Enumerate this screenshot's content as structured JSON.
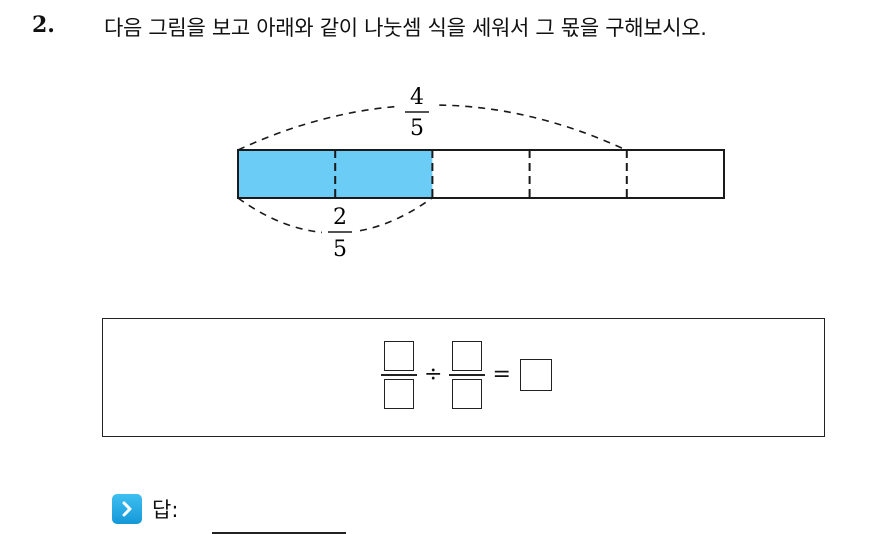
{
  "question": {
    "number": "2.",
    "text": "다음 그림을 보고 아래와 같이 나눗셈 식을 세워서 그 몫을 구해보시오."
  },
  "diagram": {
    "total_parts": 5,
    "shaded_parts": 2,
    "shade_color": "#6bccf5",
    "top_fraction": {
      "numerator": "4",
      "denominator": "5"
    },
    "bottom_fraction": {
      "numerator": "2",
      "denominator": "5"
    }
  },
  "equation": {
    "divide_symbol": "÷",
    "equals_symbol": "="
  },
  "answer": {
    "label": "답:",
    "icon": "chevron-right-icon",
    "icon_color": "#1ea6e3"
  }
}
